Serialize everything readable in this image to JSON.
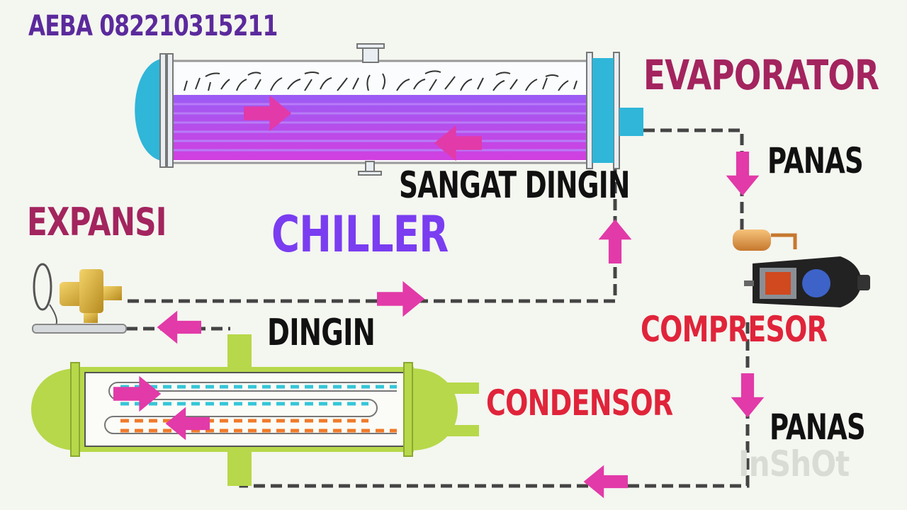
{
  "header": {
    "contact": "AEBA 082210315211"
  },
  "labels": {
    "evaporator": "EVAPORATOR",
    "expansi": "EXPANSI",
    "chiller": "CHILLER",
    "sangat_dingin": "SANGAT DINGIN",
    "panas_top": "PANAS",
    "panas_bottom": "PANAS",
    "dingin": "DINGIN",
    "compresor": "COMPRESOR",
    "condensor": "CONDENSOR"
  },
  "watermark": "InShOt",
  "colors": {
    "arrow": "#e23aa8",
    "pipe": "#444444",
    "evaporator_tubes": "#8a4cf0",
    "evaporator_header": "#2fb6d9",
    "condenser_shell": "#b7d84a",
    "condenser_tube_cool": "#35c6d8",
    "condenser_tube_hot": "#f07a2a"
  }
}
